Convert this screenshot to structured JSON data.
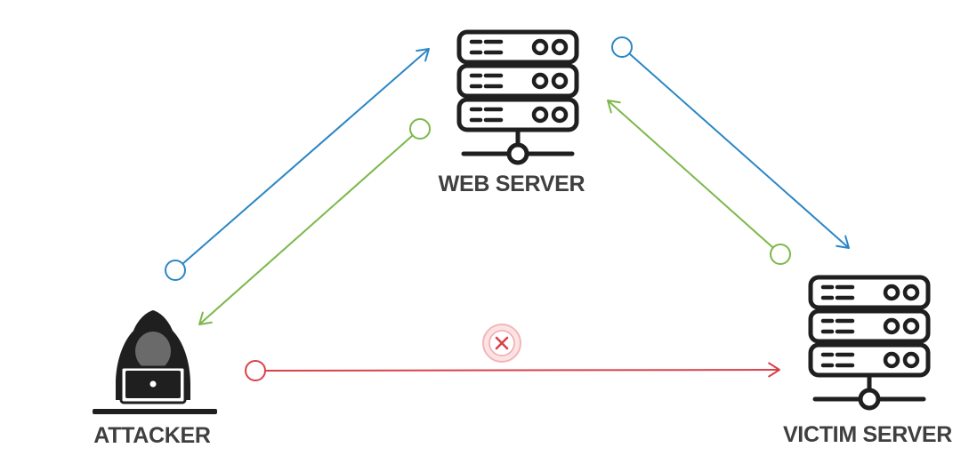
{
  "nodes": {
    "web_server": {
      "label": "WEB SERVER",
      "icon": "server-icon"
    },
    "victim_server": {
      "label": "VICTIM SERVER",
      "icon": "server-icon"
    },
    "attacker": {
      "label": "ATTACKER",
      "icon": "hacker-icon"
    }
  },
  "edges": [
    {
      "from": "attacker",
      "to": "web_server",
      "color": "#2b86c5"
    },
    {
      "from": "web_server",
      "to": "attacker",
      "color": "#7cb84a"
    },
    {
      "from": "web_server",
      "to": "victim_server",
      "color": "#2b86c5"
    },
    {
      "from": "victim_server",
      "to": "web_server",
      "color": "#7cb84a"
    },
    {
      "from": "attacker",
      "to": "victim_server",
      "color": "#d9414a",
      "blocked": true,
      "blocked_icon": "blocked-x-icon"
    }
  ],
  "colors": {
    "icon": "#1f1f1f",
    "label": "#3f3f3f"
  }
}
